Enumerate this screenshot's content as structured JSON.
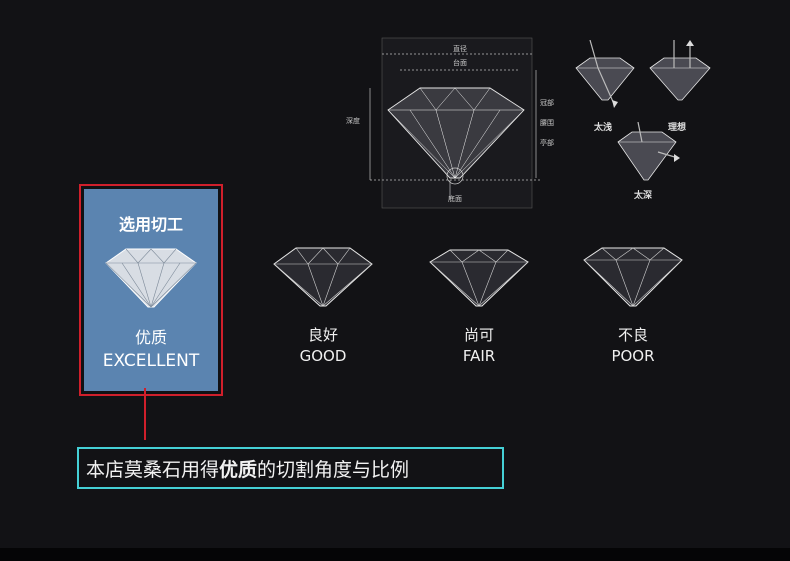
{
  "diagram": {
    "labels": {
      "diameter": "直径",
      "table": "台面",
      "depth": "深度",
      "crown": "冠部",
      "girdle": "腰围",
      "pavilion": "亭部",
      "culet": "底面"
    }
  },
  "light_examples": [
    {
      "label": "太浅"
    },
    {
      "label": "理想"
    },
    {
      "label": "太深"
    }
  ],
  "selected_cut": {
    "title": "选用切工",
    "grade_cn": "优质",
    "grade_en": "EXCELLENT"
  },
  "grades": [
    {
      "cn": "良好",
      "en": "GOOD"
    },
    {
      "cn": "尚可",
      "en": "FAIR"
    },
    {
      "cn": "不良",
      "en": "POOR"
    }
  ],
  "caption": {
    "prefix": "本店莫桑石用得",
    "highlight": "优质",
    "suffix": "的切割角度与比例"
  },
  "colors": {
    "card_bg": "#5b84b0",
    "card_border": "#d01f2b",
    "caption_border": "#45d0d6"
  }
}
